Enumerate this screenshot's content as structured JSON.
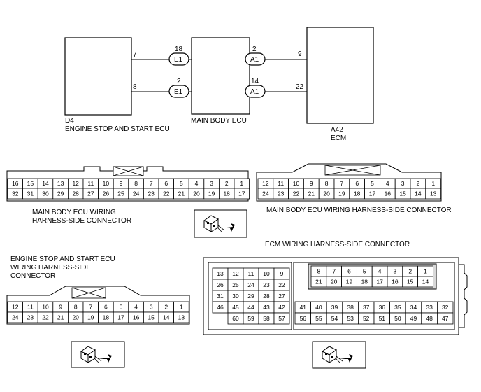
{
  "wiring": {
    "d4_code": "D4",
    "d4_name": "ENGINE STOP AND START ECU",
    "main_name": "MAIN BODY ECU",
    "a42_code": "A42",
    "a42_name": "ECM",
    "d4_pin_upper": "7",
    "d4_pin_lower": "8",
    "link_e1_upper_pin": "18",
    "link_e1_upper_conn": "E1",
    "link_e1_lower_pin": "2",
    "link_e1_lower_conn": "E1",
    "link_a1_upper_pin": "2",
    "link_a1_upper_conn": "A1",
    "link_a1_lower_pin": "14",
    "link_a1_lower_conn": "A1",
    "a42_pin_upper": "9",
    "a42_pin_lower": "22"
  },
  "connectors": {
    "e1": {
      "title_lines": [
        "MAIN BODY ECU WIRING",
        "HARNESS-SIDE CONNECTOR"
      ],
      "row1": [
        "16",
        "15",
        "14",
        "13",
        "12",
        "11",
        "10",
        "9",
        "8",
        "7",
        "6",
        "5",
        "4",
        "3",
        "2",
        "1"
      ],
      "row2": [
        "32",
        "31",
        "30",
        "29",
        "28",
        "27",
        "26",
        "25",
        "24",
        "23",
        "22",
        "21",
        "20",
        "19",
        "18",
        "17"
      ]
    },
    "a1": {
      "title": "MAIN BODY ECU WIRING HARNESS-SIDE CONNECTOR",
      "row1": [
        "12",
        "11",
        "10",
        "9",
        "8",
        "7",
        "6",
        "5",
        "4",
        "3",
        "2",
        "1"
      ],
      "row2": [
        "24",
        "23",
        "22",
        "21",
        "20",
        "19",
        "18",
        "17",
        "16",
        "15",
        "14",
        "13"
      ]
    },
    "d4": {
      "title_lines": [
        "ENGINE STOP AND START ECU",
        "WIRING HARNESS-SIDE",
        "CONNECTOR"
      ],
      "row1": [
        "12",
        "11",
        "10",
        "9",
        "8",
        "7",
        "6",
        "5",
        "4",
        "3",
        "2",
        "1"
      ],
      "row2": [
        "24",
        "23",
        "22",
        "21",
        "20",
        "19",
        "18",
        "17",
        "16",
        "15",
        "14",
        "13"
      ]
    },
    "ecm": {
      "title": "ECM WIRING HARNESS-SIDE CONNECTOR",
      "left_rows": [
        [
          "13",
          "12",
          "11",
          "10",
          "9"
        ],
        [
          "26",
          "25",
          "24",
          "23",
          "22"
        ],
        [
          "31",
          "30",
          "29",
          "28",
          "27"
        ],
        [
          "46",
          "45",
          "44",
          "43",
          "42"
        ],
        [
          "60",
          "59",
          "58",
          "57"
        ]
      ],
      "boxed_row1": [
        "8",
        "7",
        "6",
        "5",
        "4",
        "3",
        "2",
        "1"
      ],
      "boxed_row2": [
        "21",
        "20",
        "19",
        "18",
        "17",
        "16",
        "15",
        "14"
      ],
      "right_row1": [
        "41",
        "40",
        "39",
        "38",
        "37",
        "36",
        "35",
        "34",
        "33",
        "32"
      ],
      "right_row2": [
        "56",
        "55",
        "54",
        "53",
        "52",
        "51",
        "50",
        "49",
        "48",
        "47"
      ]
    }
  }
}
